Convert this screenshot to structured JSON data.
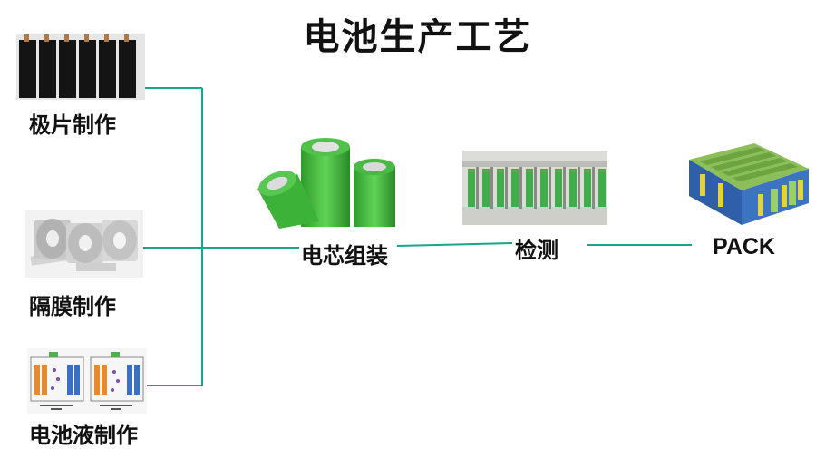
{
  "title": "电池生产工艺",
  "left_steps": [
    {
      "label": "极片制作",
      "image": "electrode-sheets"
    },
    {
      "label": "隔膜制作",
      "image": "separator-rolls"
    },
    {
      "label": "电池液制作",
      "image": "electrolyte-diagram"
    }
  ],
  "flow_steps": [
    {
      "label": "电芯组装",
      "image": "cylindrical-cells"
    },
    {
      "label": "检测",
      "image": "testing-rack"
    },
    {
      "label": "PACK",
      "image": "battery-pack"
    }
  ],
  "colors": {
    "connector": "#1aa58b",
    "cell_green": "#3dbb3a"
  }
}
